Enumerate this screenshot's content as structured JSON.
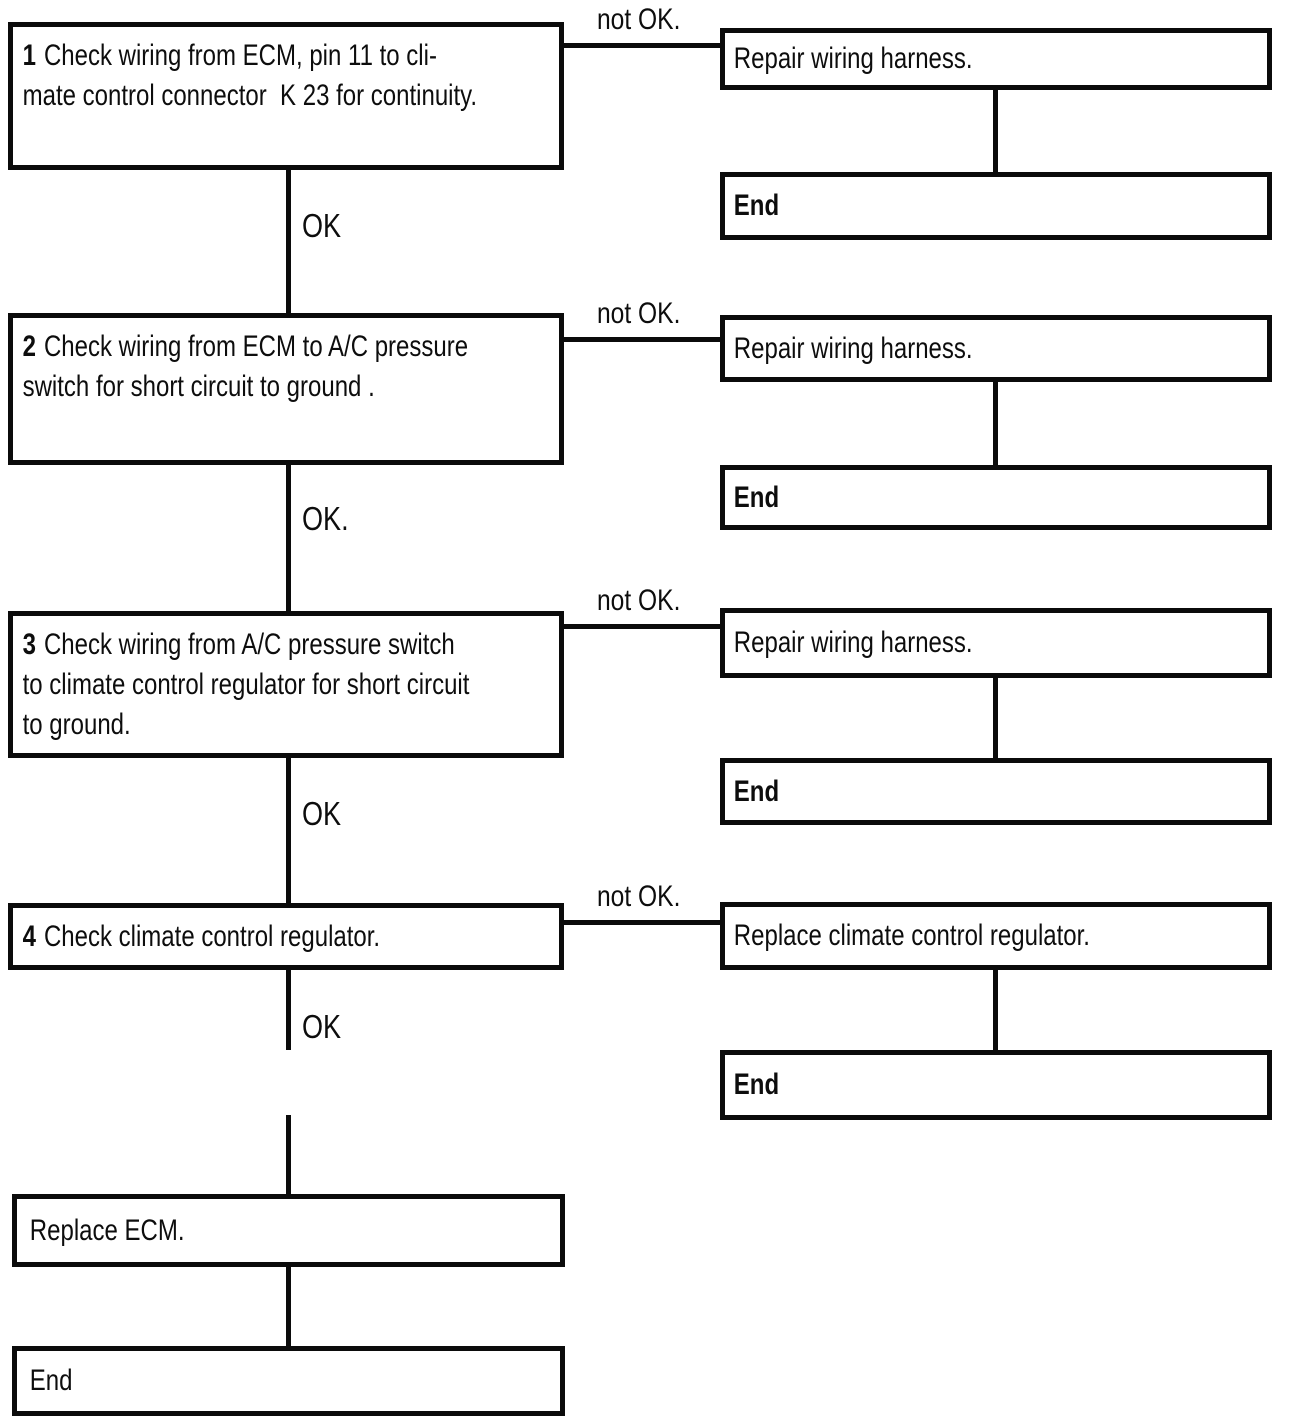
{
  "flowchart": {
    "steps": [
      {
        "number": "1",
        "lines": [
          "Check wiring from ECM, pin 11 to cli-",
          "mate control connector  K 23 for continuity."
        ],
        "ok_label": "OK",
        "not_ok_label": "not OK.",
        "action": "Repair wiring harness.",
        "end_label": "End"
      },
      {
        "number": "2",
        "lines": [
          "Check wiring from ECM to A/C pressure",
          "switch for short circuit to ground ."
        ],
        "ok_label": "OK.",
        "not_ok_label": "not OK.",
        "action": "Repair wiring harness.",
        "end_label": "End"
      },
      {
        "number": "3",
        "lines": [
          "Check wiring from A/C pressure switch",
          "to climate control regulator for short circuit",
          "to ground."
        ],
        "ok_label": "OK",
        "not_ok_label": "not OK.",
        "action": "Repair wiring harness.",
        "end_label": "End"
      },
      {
        "number": "4",
        "lines": [
          "Check climate control regulator."
        ],
        "ok_label": "OK",
        "not_ok_label": "not OK.",
        "action": "Replace climate control regulator.",
        "end_label": "End"
      }
    ],
    "final": {
      "action": "Replace ECM.",
      "end_label": "End"
    },
    "colors": {
      "ink": "#0b0b0b",
      "paper": "#ffffff"
    }
  }
}
